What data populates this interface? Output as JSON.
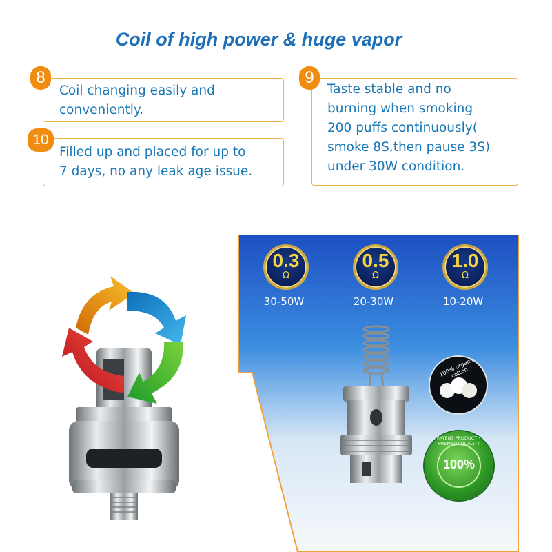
{
  "title": "Coil of high power & huge vapor",
  "features": [
    {
      "badge": "8",
      "text": "Coil changing easily and\nconveniently."
    },
    {
      "badge": "9",
      "text": "Taste stable and no\nburning when smoking\n200 puffs continuously(\nsmoke 8S,then pause 3S)\nunder 30W condition."
    },
    {
      "badge": "10",
      "text": "Filled up and placed for up to\n7 days, no any leak age issue."
    }
  ],
  "coils": [
    {
      "value": "0.3",
      "unit": "Ω",
      "watt": "30-50W"
    },
    {
      "value": "0.5",
      "unit": "Ω",
      "watt": "20-30W"
    },
    {
      "value": "1.0",
      "unit": "Ω",
      "watt": "10-20W"
    }
  ],
  "cotton_label": "100% organic cotton",
  "seal": {
    "center": "100%",
    "ring": "PATENT PRODUCT • PREMIUM QUALITY"
  },
  "colors": {
    "accent_orange": "#f08c10",
    "text_blue": "#1a78b7",
    "panel_blue": "#1d56c8"
  }
}
